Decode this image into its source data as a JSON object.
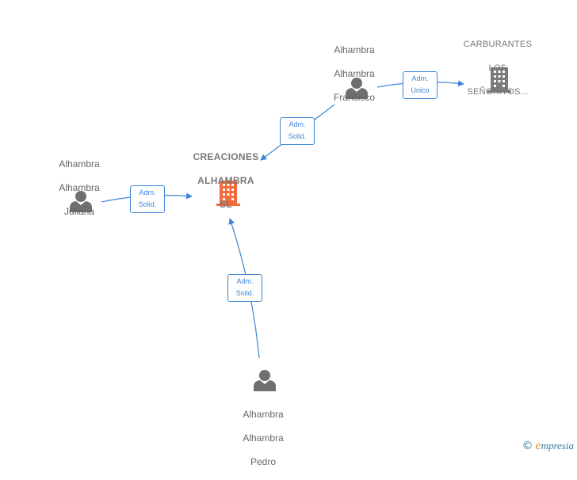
{
  "nodes": {
    "center": {
      "lines": [
        "CREACIONES",
        "ALHAMBRA",
        "SL"
      ],
      "color": "#f26b3a"
    },
    "juliana": {
      "lines": [
        "Alhambra",
        "Alhambra",
        "Juliana"
      ]
    },
    "francisco": {
      "lines": [
        "Alhambra",
        "Alhambra",
        "Francisco"
      ]
    },
    "pedro": {
      "lines": [
        "Alhambra",
        "Alhambra",
        "Pedro"
      ]
    },
    "carburantes": {
      "lines": [
        "CARBURANTES",
        "LOS",
        "SEÑORITOS..."
      ],
      "color": "#7a7a7a"
    }
  },
  "edges": {
    "juliana_center": {
      "line1": "Adm.",
      "line2": "Solid."
    },
    "francisco_center": {
      "line1": "Adm.",
      "line2": "Solid."
    },
    "pedro_center": {
      "line1": "Adm.",
      "line2": "Solid."
    },
    "francisco_carburantes": {
      "line1": "Adm.",
      "line2": "Unico"
    }
  },
  "colors": {
    "edge": "#3d85d8",
    "person": "#6f6f6f"
  },
  "footer": {
    "copyright": "©",
    "brand_initial": "e",
    "brand_rest": "mpresia"
  }
}
